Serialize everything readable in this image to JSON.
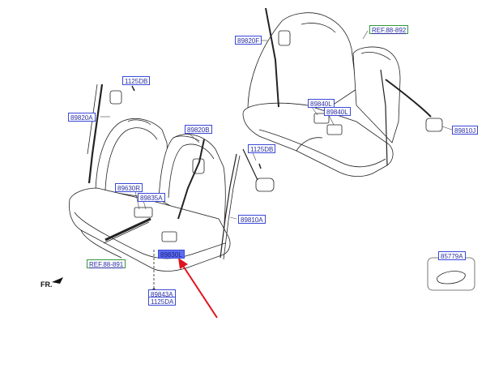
{
  "labels": {
    "l_89820F": "89820F",
    "l_1125DB_top": "1125DB",
    "l_89820A": "89820A",
    "l_89820B": "89820B",
    "l_89630R": "89630R",
    "l_89835A": "89835A",
    "l_1125DB_mid": "1125DB",
    "l_89810A": "89810A",
    "l_89840L_a": "89840L",
    "l_89840L_b": "89840L",
    "l_89810J": "89810J",
    "l_89830L": "89830L",
    "l_89843A": "89843A",
    "l_1125DA": "1125DA",
    "l_85779A": "85779A"
  },
  "refs": {
    "r_top": "REF.88-892",
    "r_left": "REF.88-891"
  },
  "direction": "FR.",
  "colors": {
    "label_border": "#3a48d6",
    "label_text": "#2a2fa0",
    "ref_border": "#2f9a3a",
    "highlight": "#5b6cf0",
    "arrow": "#e0141e"
  }
}
